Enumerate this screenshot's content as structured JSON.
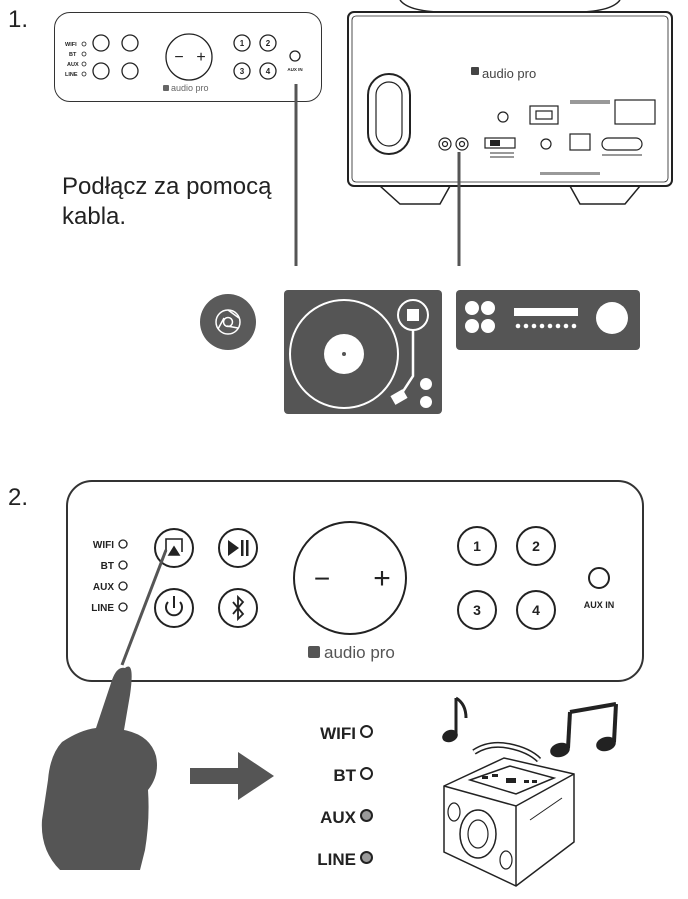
{
  "steps": [
    {
      "number": "1.",
      "caption": "Podłącz za pomocą kabla."
    },
    {
      "number": "2."
    }
  ],
  "panel": {
    "brand": "audio pro",
    "led_labels": [
      "WIFI",
      "BT",
      "AUX",
      "LINE"
    ],
    "preset_buttons": [
      "1",
      "2",
      "3",
      "4"
    ],
    "aux_label": "AUX IN",
    "volume_minus": "−",
    "volume_plus": "+"
  },
  "back_panel": {
    "brand": "audio pro"
  },
  "indicators": [
    {
      "label": "WIFI",
      "state": "off"
    },
    {
      "label": "BT",
      "state": "off"
    },
    {
      "label": "AUX",
      "state": "on"
    },
    {
      "label": "LINE",
      "state": "on"
    }
  ],
  "colors": {
    "device_gray": "#555555",
    "led_on": "#9a9a9a",
    "line": "#222222"
  },
  "icons": [
    "airplay-icon",
    "play-pause-icon",
    "power-icon",
    "bluetooth-icon",
    "chromecast-icon",
    "turntable-icon",
    "hifi-receiver-icon",
    "hand-icon",
    "arrow-right-icon",
    "music-note-icon",
    "speaker-icon"
  ]
}
